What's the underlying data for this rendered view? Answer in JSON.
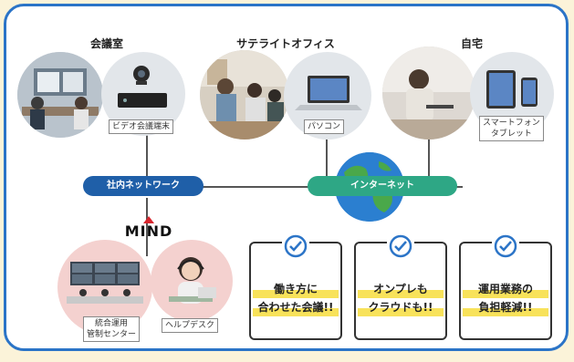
{
  "locations": [
    {
      "id": "meeting-room",
      "title": "会議室",
      "device_label": "ビデオ会議端末"
    },
    {
      "id": "satellite-office",
      "title": "サテライトオフィス",
      "device_label": "パソコン"
    },
    {
      "id": "home",
      "title": "自宅",
      "device_label": "スマートフォン\nタブレット"
    }
  ],
  "networks": {
    "internal": "社内ネットワーク",
    "internet": "インターネット"
  },
  "logo_text": "MIND",
  "center": {
    "ops_label": "統合運用\n管制センター",
    "helpdesk_label": "ヘルプデスク"
  },
  "benefits": [
    {
      "line1": "働き方に",
      "line2": "合わせた会議!!"
    },
    {
      "line1": "オンプレも",
      "line2": "クラウドも!!"
    },
    {
      "line1": "運用業務の",
      "line2": "負担軽減!!"
    }
  ],
  "colors": {
    "frame": "#2b74c7",
    "internal_pill": "#1f5fa8",
    "internet_pill": "#2ea785",
    "accent_red": "#d7262e",
    "check": "#2b74c7",
    "highlight": "#f8e25a"
  }
}
